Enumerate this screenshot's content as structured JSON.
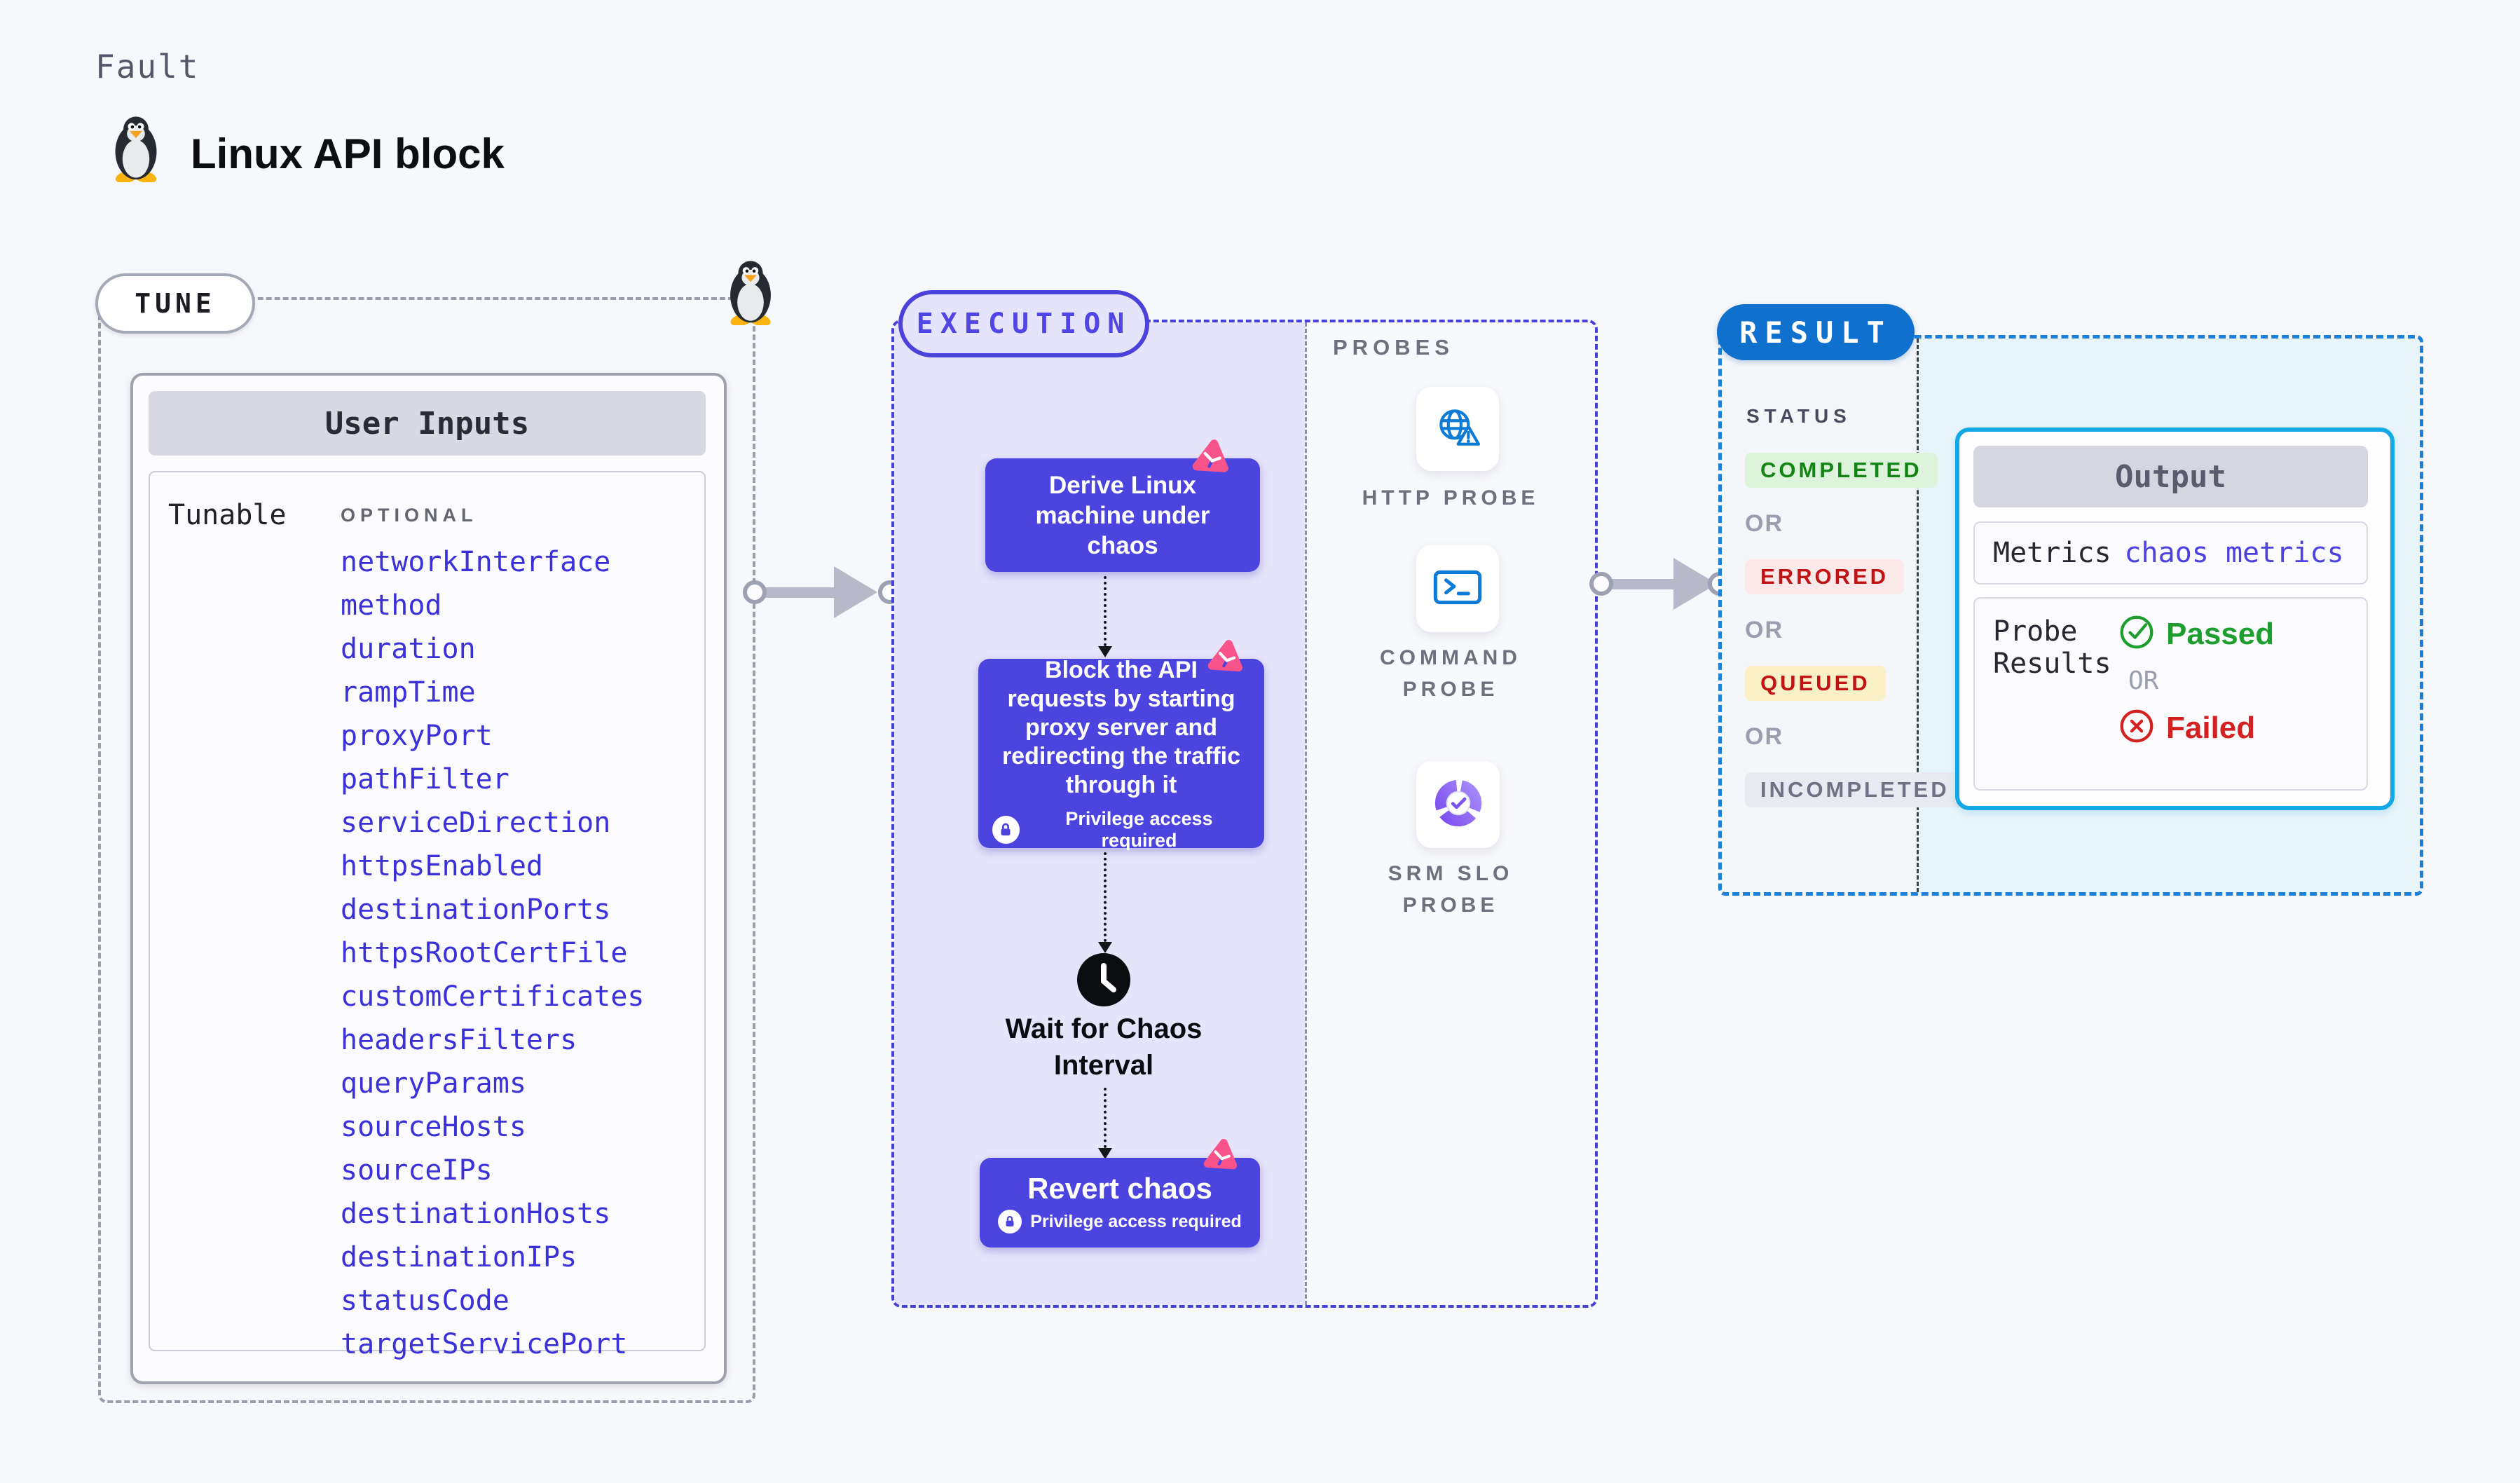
{
  "header": {
    "kicker": "Fault",
    "title": "Linux API block"
  },
  "tune": {
    "label": "TUNE",
    "panel_title": "User Inputs",
    "row_label": "Tunable",
    "row_tag": "OPTIONAL",
    "params": [
      "networkInterface",
      "method",
      "duration",
      "rampTime",
      "proxyPort",
      "pathFilter",
      "serviceDirection",
      "httpsEnabled",
      "destinationPorts",
      "httpsRootCertFile",
      "customCertificates",
      "headersFilters",
      "queryParams",
      "sourceHosts",
      "sourceIPs",
      "destinationHosts",
      "destinationIPs",
      "statusCode",
      "targetServicePort"
    ]
  },
  "execution": {
    "label": "EXECUTION",
    "derive": "Derive Linux machine under chaos",
    "block": "Block the API requests by starting proxy server and redirecting the traffic through it",
    "privilege": "Privilege access required",
    "wait": "Wait for Chaos Interval",
    "revert": "Revert chaos"
  },
  "probes": {
    "label": "PROBES",
    "items": [
      {
        "name": "HTTP PROBE"
      },
      {
        "name": "COMMAND PROBE"
      },
      {
        "name": "SRM SLO PROBE"
      }
    ]
  },
  "result": {
    "label": "RESULT",
    "status_label": "STATUS",
    "statuses": [
      "COMPLETED",
      "ERRORED",
      "QUEUED",
      "INCOMPLETED"
    ],
    "or": "OR",
    "output": {
      "title": "Output",
      "metrics_label": "Metrics",
      "metrics_value": "chaos metrics",
      "probe_label": "Probe Results",
      "passed": "Passed",
      "or": "OR",
      "failed": "Failed"
    }
  },
  "colors": {
    "indigo_box": "#4c44df",
    "lavender_bg": "#e6e4fa",
    "chaos_pink": "#f8548b",
    "result_blue": "#0f70ce",
    "output_border_cyan": "#14a9e6",
    "output_bg_cyan": "#e7f5fb",
    "param_blue": "#3b31d8",
    "passed_green": "#1e9e2e",
    "failed_red": "#d32121",
    "probe_icon_blue": "#0e7bd6"
  }
}
